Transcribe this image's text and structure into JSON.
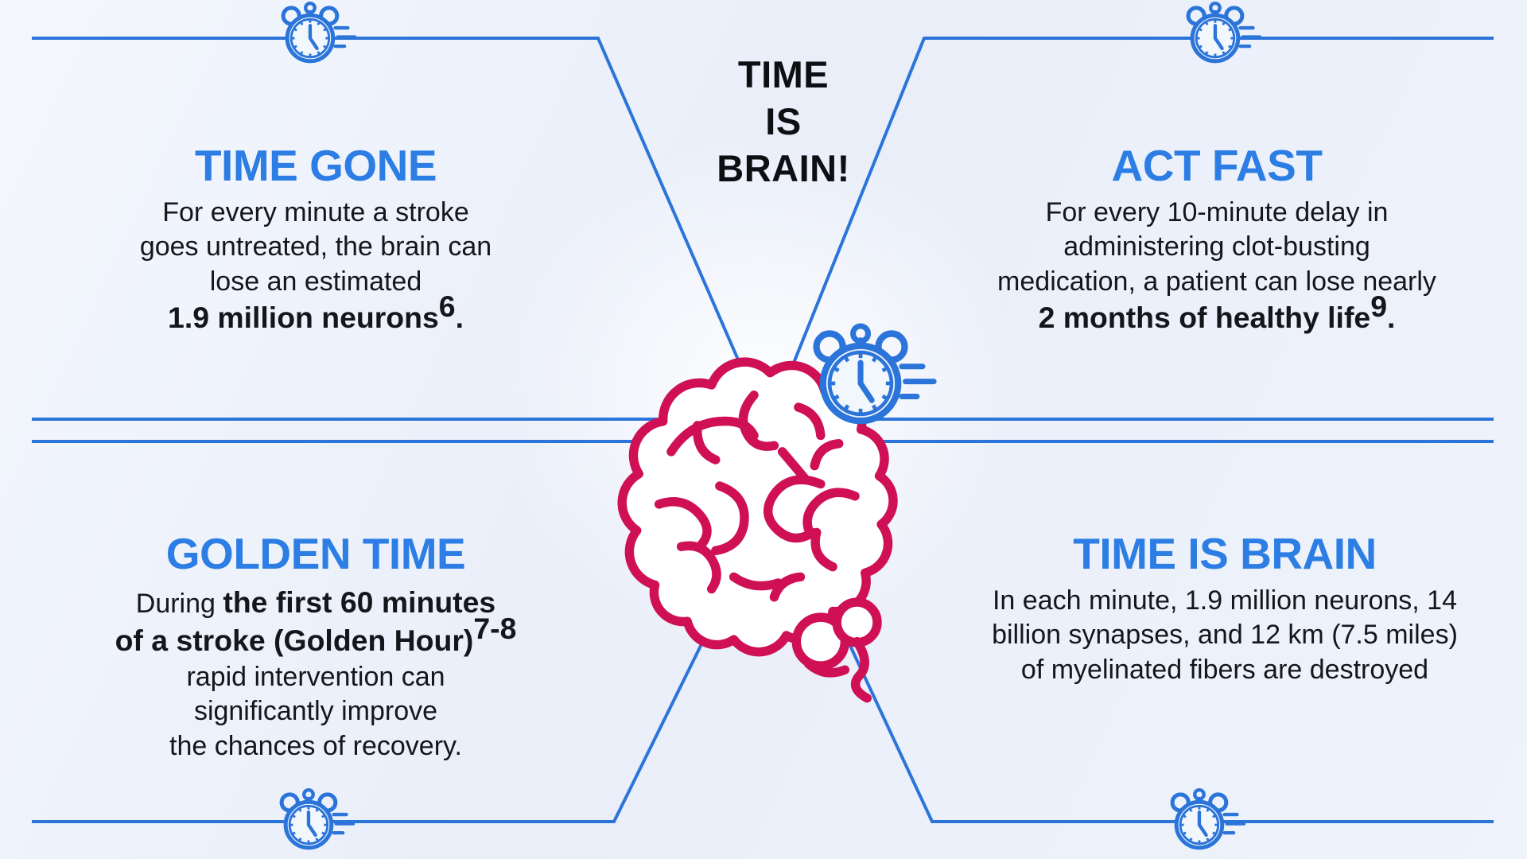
{
  "colors": {
    "accent_blue": "#2C7EE4",
    "line_blue": "#2B74D9",
    "brain_crimson": "#D01054",
    "text_dark": "#14161b",
    "clock_face": "#F2F6FD"
  },
  "icons": {
    "corner_top_left": "stopwatch-icon",
    "corner_top_right": "stopwatch-icon",
    "corner_bottom_left": "stopwatch-icon",
    "corner_bottom_right": "stopwatch-icon",
    "center": "stopwatch-icon",
    "brain": "brain-icon"
  },
  "center": {
    "title_segments": [
      {
        "t": "TIME"
      },
      {
        "br": true
      },
      {
        "t": "IS"
      },
      {
        "br": true
      },
      {
        "t": "BRAIN!"
      }
    ]
  },
  "quadrants": {
    "top_left": {
      "heading": "TIME GONE",
      "body": [
        {
          "t": "For every minute a stroke"
        },
        {
          "br": true
        },
        {
          "t": "goes untreated, the brain can"
        },
        {
          "br": true
        },
        {
          "t": "lose an estimated"
        },
        {
          "br": true
        },
        {
          "t": "1.9 million neurons",
          "b": true
        },
        {
          "t": "6",
          "b": true,
          "sup": true
        },
        {
          "t": ".",
          "b": true
        }
      ]
    },
    "top_right": {
      "heading": "ACT FAST",
      "body": [
        {
          "t": "For every 10-minute delay in"
        },
        {
          "br": true
        },
        {
          "t": "administering clot-busting"
        },
        {
          "br": true
        },
        {
          "t": "medication, a patient can lose nearly"
        },
        {
          "br": true
        },
        {
          "t": "2 months of healthy life",
          "b": true
        },
        {
          "t": "9",
          "b": true,
          "sup": true
        },
        {
          "t": ".",
          "b": true
        }
      ]
    },
    "bottom_left": {
      "heading": "GOLDEN TIME",
      "body": [
        {
          "t": "During "
        },
        {
          "t": "the first 60 minutes",
          "b": true
        },
        {
          "br": true
        },
        {
          "t": "of a stroke (Golden Hour)",
          "b": true
        },
        {
          "t": "7-8",
          "b": true,
          "sup": true
        },
        {
          "br": true
        },
        {
          "t": "rapid intervention can"
        },
        {
          "br": true
        },
        {
          "t": "significantly improve"
        },
        {
          "br": true
        },
        {
          "t": "the chances of recovery."
        }
      ]
    },
    "bottom_right": {
      "heading": "TIME IS BRAIN",
      "body": [
        {
          "t": "In each minute, 1.9 million neurons, 14"
        },
        {
          "br": true
        },
        {
          "t": "billion synapses, and 12 km (7.5 miles)"
        },
        {
          "br": true
        },
        {
          "t": "of myelinated fibers are destroyed"
        }
      ]
    }
  }
}
